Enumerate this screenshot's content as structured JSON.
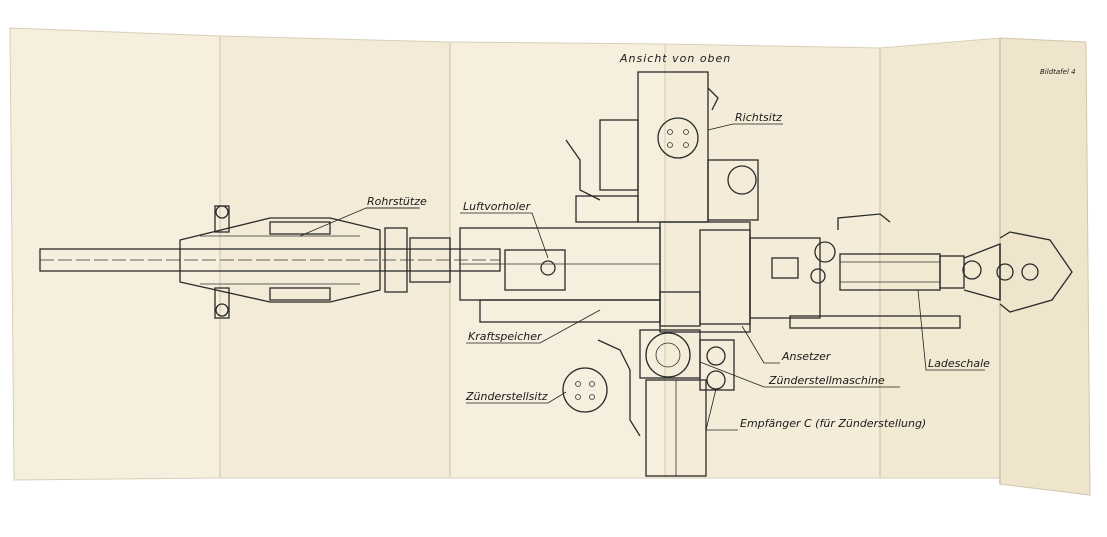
{
  "plate": {
    "title": "Ansicht von oben",
    "plate_number": "Bildtafel 4"
  },
  "labels": {
    "richtsitz": "Richtsitz",
    "rohrstuetze": "Rohrstütze",
    "luftvorholer": "Luftvorholer",
    "kraftspeicher": "Kraftspeicher",
    "zuenderstellsitz": "Zünderstellsitz",
    "ansetzer": "Ansetzer",
    "zuenderstellmaschine": "Zünderstellmaschine",
    "empfaenger": "Empfänger C (für Zünderstellung)",
    "ladeschale": "Ladeschale"
  },
  "colors": {
    "paper": "#f5eedc",
    "paper_shadow": "#e6dcc4",
    "ink": "#2a2a2a",
    "background": "#ffffff"
  }
}
